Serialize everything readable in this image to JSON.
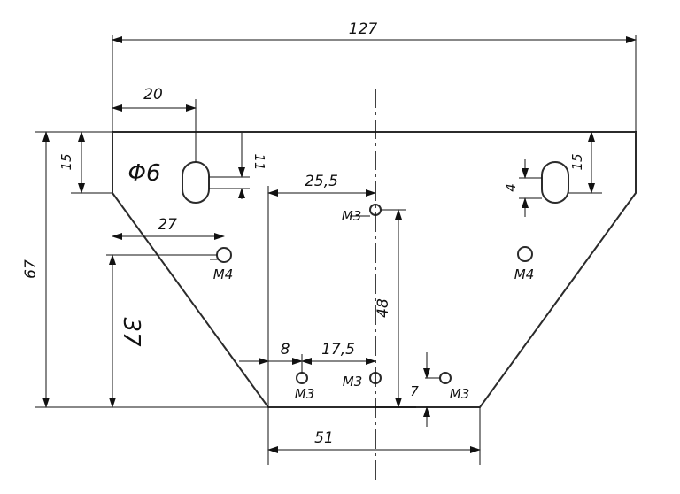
{
  "colors": {
    "outline": "#2b2b2b",
    "dimension": "#111111",
    "background": "#ffffff"
  },
  "dimensions": {
    "overall_width": "127",
    "slot_offset": "20",
    "slot_diameter": "Φ6",
    "slot_width": "11",
    "top_band_left": "15",
    "top_band_right": "15",
    "slot_length_right": "4",
    "center_hole_offset": "25,5",
    "m4_offset": "27",
    "overall_height": "67",
    "m4_height": "37",
    "center_height": "48",
    "bottom_offset_left": "8",
    "bottom_offset_mid": "17,5",
    "bottom_hole_height": "7",
    "bottom_width": "51"
  },
  "holes": {
    "m3_top": "M3",
    "m4_left": "M4",
    "m4_right": "M4",
    "m3_bottom_left": "M3",
    "m3_bottom_center": "M3",
    "m3_bottom_right": "M3"
  }
}
